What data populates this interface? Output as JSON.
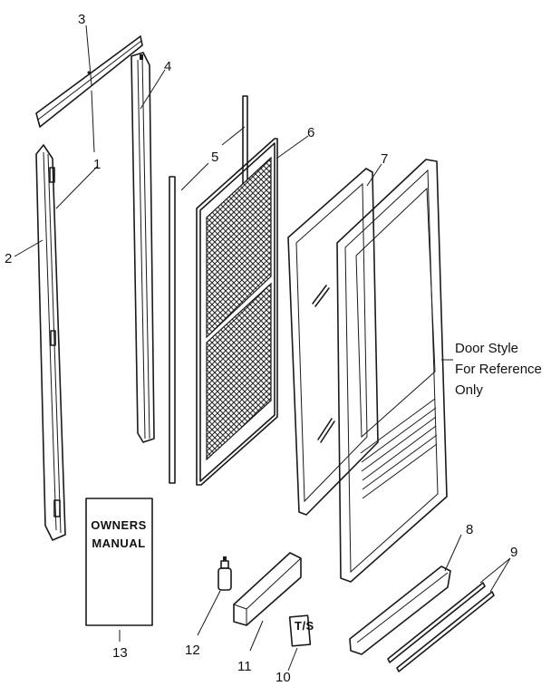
{
  "callouts": [
    "1",
    "2",
    "3",
    "4",
    "5",
    "6",
    "7",
    "8",
    "9",
    "10",
    "11",
    "12",
    "13"
  ],
  "note": [
    "Door Style",
    "For Reference",
    "Only"
  ],
  "manual": [
    "OWNERS",
    "MANUAL"
  ],
  "card_text": "T/S"
}
